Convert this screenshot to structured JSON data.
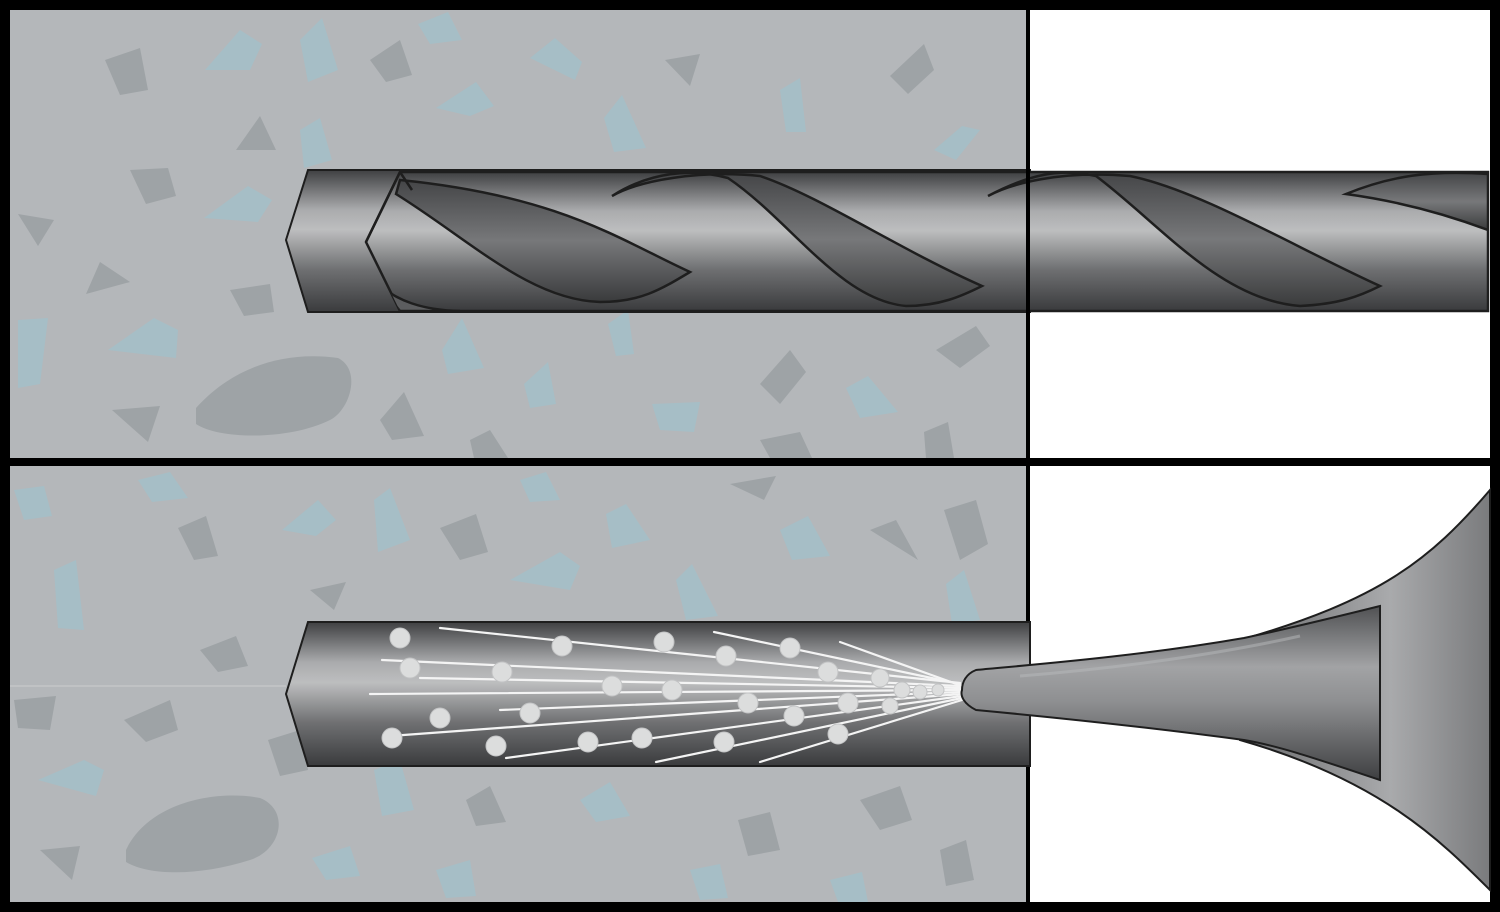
{
  "panels": [
    {
      "id": "drilling",
      "tool": "twist-drill-bit"
    },
    {
      "id": "cleaning",
      "tool": "blow-out-pump-nozzle"
    }
  ],
  "colors": {
    "frame": "#000000",
    "concrete": "#b4b7ba",
    "aggregate_light": "#a6bec6",
    "aggregate_dark": "#9aa0a3",
    "air_space": "#ffffff",
    "steel_dark": "#4a4b4d",
    "steel_light": "#c9cacb",
    "air_particles": "#dcdddd"
  }
}
